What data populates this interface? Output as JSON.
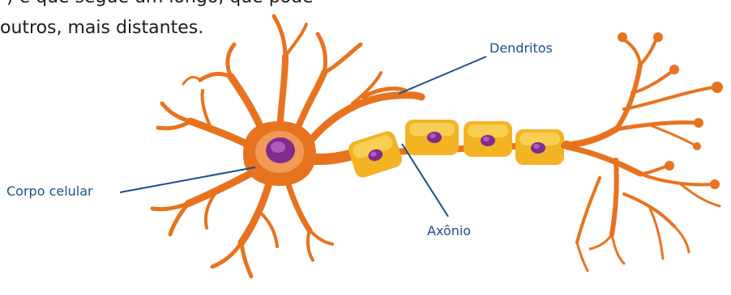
{
  "text": {
    "line1": "                              ) e que segue um longo, que pode",
    "line2": "outros, mais distantes."
  },
  "labels": {
    "dendritos": "Dendritos",
    "corpo_celular": "Corpo celular",
    "axonio": "Axônio"
  },
  "colors": {
    "neuron": "#e8731f",
    "soma_light": "#f19a55",
    "myelin": "#f4b323",
    "myelin_light": "#f8cf52",
    "nucleus": "#7e2d8c",
    "nucleus_light": "#b25ac0",
    "label": "#1d4e8f"
  }
}
